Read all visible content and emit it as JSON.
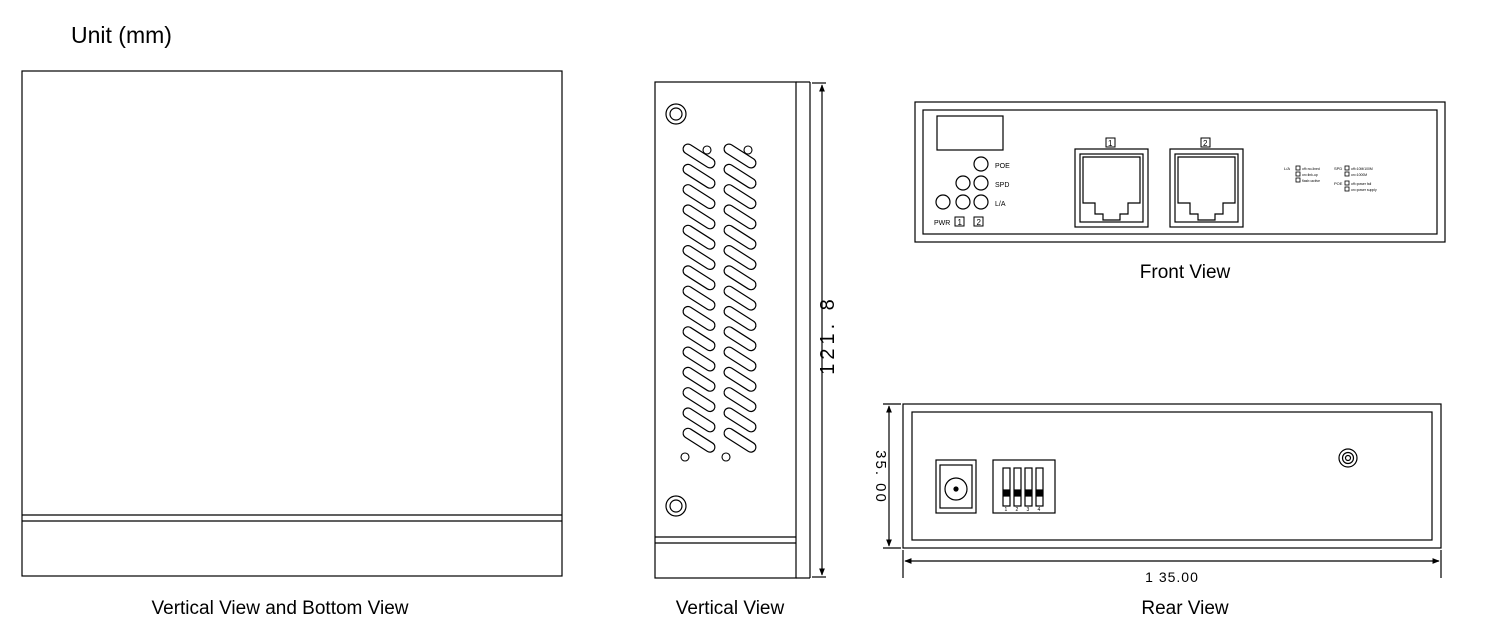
{
  "unit_label": "Unit (mm)",
  "captions": {
    "vertical_bottom": "Vertical View and Bottom View",
    "vertical": "Vertical View",
    "front": "Front View",
    "rear": "Rear View"
  },
  "dimensions": {
    "height": "121. 8",
    "depth": "35. 00",
    "width": "1 35.00"
  },
  "front_panel": {
    "led_labels": [
      "POE",
      "SPD",
      "L/A"
    ],
    "pwr_label": "PWR",
    "port_numbers": [
      "1",
      "2"
    ],
    "legend_la": [
      "L/A",
      "off=no-lined",
      "on=link-up",
      "flash=active"
    ],
    "legend_spd": [
      "SPD",
      "off=10M/100M",
      "on=1000M"
    ],
    "legend_poe": [
      "POE",
      "off=power fail",
      "on=power supply"
    ]
  },
  "rear_panel": {
    "dip_numbers": [
      "1",
      "2",
      "3",
      "4"
    ]
  },
  "colors": {
    "line": "#000000",
    "background": "#ffffff"
  }
}
